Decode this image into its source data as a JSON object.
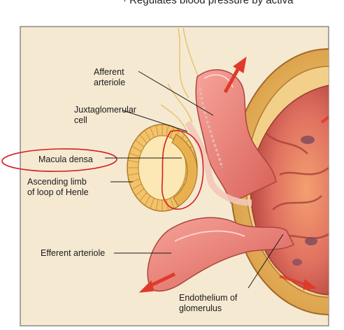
{
  "caption": "Regulates blood pressure by activa",
  "labels": {
    "afferent": "Afferent\narteriole",
    "jg_cell": "Juxtaglomerular\ncell",
    "macula": "Macula densa",
    "ascending": "Ascending limb\nof loop of Henle",
    "efferent": "Efferent arteriole",
    "endothelium": "Endothelium of\nglomerulus"
  },
  "colors": {
    "background": "#f4e4c8",
    "vessel": "#e8807a",
    "vessel_dark": "#c84a44",
    "tubule": "#f0c870",
    "tubule_dark": "#c8922e",
    "arrow": "#e03a2a",
    "highlight": "#d42020"
  }
}
